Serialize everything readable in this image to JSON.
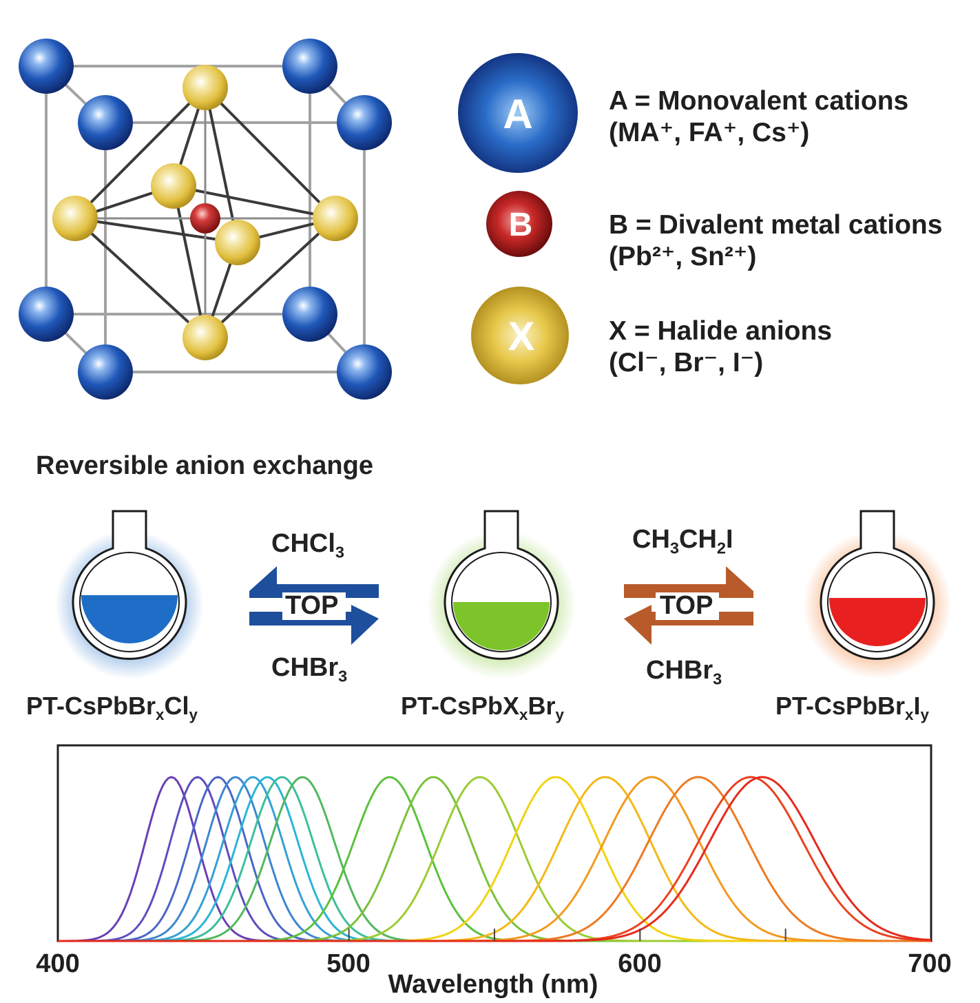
{
  "legend": {
    "A": {
      "letter": "A",
      "line1": "A = Monovalent cations",
      "line2": "(MA⁺, FA⁺, Cs⁺)"
    },
    "B": {
      "letter": "B",
      "line1": "B = Divalent metal cations",
      "line2": "(Pb²⁺, Sn²⁺)"
    },
    "X": {
      "letter": "X",
      "line1": "X = Halide anions",
      "line2": " (Cl⁻, Br⁻, I⁻)"
    }
  },
  "colors": {
    "A": "#1f57b8",
    "B": "#b51a1a",
    "X": "#e2c040",
    "bond": "#333333",
    "cell": "#9a9a9a"
  },
  "scheme": {
    "title": "Reversible anion exchange",
    "left_top": "CHCl",
    "left_top_sub": "3",
    "left_mid": "TOP",
    "left_bottom": "CHBr",
    "left_bottom_sub": "3",
    "right_top_a": "CH",
    "right_top_sub1": "3",
    "right_top_b": "CH",
    "right_top_sub2": "2",
    "right_top_c": "I",
    "right_mid": "TOP",
    "right_bottom": "CHBr",
    "right_bottom_sub": "3",
    "flask1": {
      "a": "PT-CsPbBr",
      "s1": "x",
      "b": "Cl",
      "s2": "y",
      "color": "#1e6ec8"
    },
    "flask2": {
      "a": "PT-CsPbX",
      "s1": "x",
      "b": "Br",
      "s2": "y",
      "color": "#7cc42a"
    },
    "flask3": {
      "a": "PT-CsPbBr",
      "s1": "x",
      "b": "I",
      "s2": "y",
      "color": "#e8201f"
    },
    "arrow_left_color": "#1e4f9c",
    "arrow_right_color": "#b85a2a"
  },
  "chart_data": {
    "type": "line",
    "xlabel": "Wavelength (nm)",
    "ylabel": "",
    "xlim": [
      400,
      700
    ],
    "xticks": [
      "400",
      "500",
      "600",
      "700"
    ],
    "ylim": [
      0,
      1
    ],
    "series": [
      {
        "peak": 439,
        "color": "#6a3fb5"
      },
      {
        "peak": 448,
        "color": "#5a4fbf"
      },
      {
        "peak": 455,
        "color": "#4b66c7"
      },
      {
        "peak": 461,
        "color": "#3e86cf"
      },
      {
        "peak": 467,
        "color": "#34a0d6"
      },
      {
        "peak": 472,
        "color": "#2bb5d6"
      },
      {
        "peak": 477,
        "color": "#3cbf9b"
      },
      {
        "peak": 484,
        "color": "#52b85e"
      },
      {
        "peak": 514,
        "color": "#5cc13d"
      },
      {
        "peak": 529,
        "color": "#7ac23a"
      },
      {
        "peak": 545,
        "color": "#9ccc33"
      },
      {
        "peak": 571,
        "color": "#f1d312"
      },
      {
        "peak": 588,
        "color": "#f5b818"
      },
      {
        "peak": 604,
        "color": "#f39a1f"
      },
      {
        "peak": 620,
        "color": "#ee7a22"
      },
      {
        "peak": 638,
        "color": "#e9431f"
      },
      {
        "peak": 642,
        "color": "#e52a1c"
      }
    ]
  }
}
